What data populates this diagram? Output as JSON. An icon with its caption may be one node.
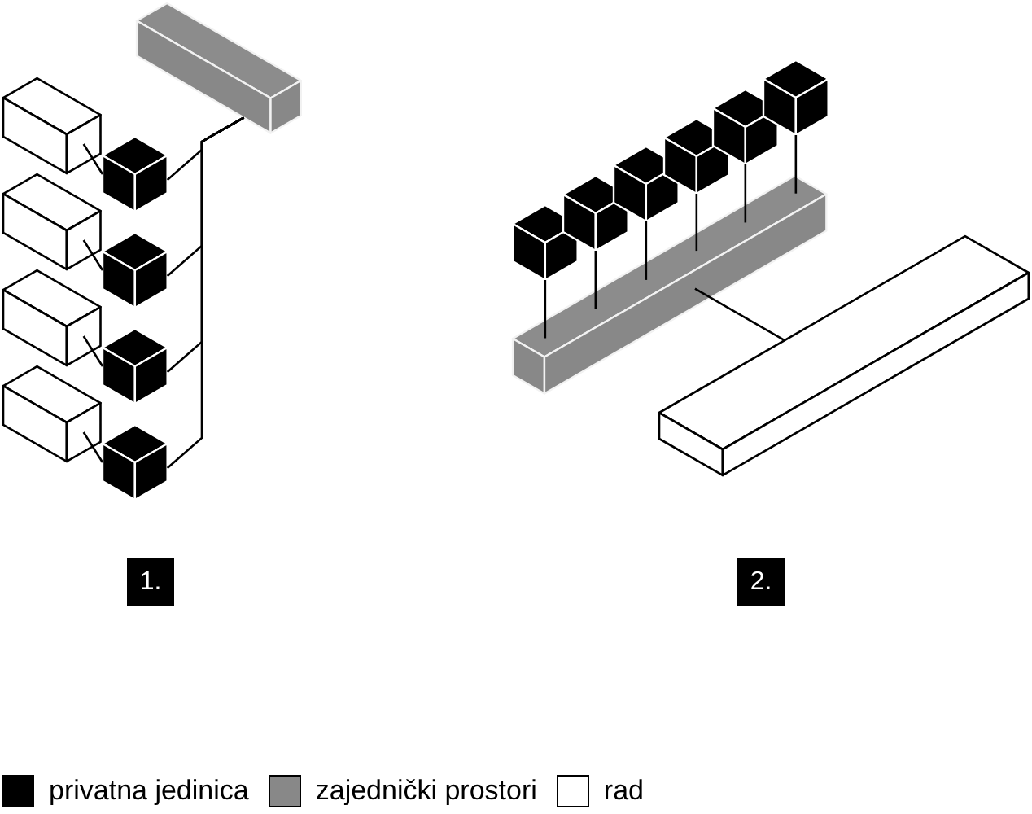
{
  "diagram": {
    "nodes": [
      {
        "text": [],
        "shape": "bar"
      },
      {
        "text": [],
        "shape": "box"
      },
      {
        "text": [],
        "shape": "box"
      },
      {
        "text": [],
        "shape": "box"
      },
      {
        "text": [],
        "shape": "box"
      },
      {
        "text": [],
        "shape": "cube"
      },
      {
        "text": [],
        "shape": "cube"
      },
      {
        "text": [],
        "shape": "cube"
      },
      {
        "text": [],
        "shape": "cube"
      },
      {
        "text": [],
        "shape": "cube"
      },
      {
        "text": [],
        "shape": "cube"
      },
      {
        "text": [],
        "shape": "cube"
      },
      {
        "text": [],
        "shape": "cube"
      },
      {
        "text": [],
        "shape": "cube"
      },
      {
        "text": [],
        "shape": "cube"
      },
      {
        "text": [],
        "shape": "bar"
      },
      {
        "text": [],
        "shape": "box"
      }
    ],
    "edges": [
      {
        "from": 0,
        "to": 5,
        "arrow": "none"
      },
      {
        "from": 0,
        "to": 6,
        "arrow": "none"
      },
      {
        "from": 0,
        "to": 7,
        "arrow": "none"
      },
      {
        "from": 0,
        "to": 8,
        "arrow": "none"
      },
      {
        "from": 1,
        "to": 5,
        "arrow": "none"
      },
      {
        "from": 2,
        "to": 6,
        "arrow": "none"
      },
      {
        "from": 3,
        "to": 7,
        "arrow": "none"
      },
      {
        "from": 4,
        "to": 8,
        "arrow": "none"
      },
      {
        "from": 9,
        "to": 15,
        "arrow": "none"
      },
      {
        "from": 10,
        "to": 15,
        "arrow": "none"
      },
      {
        "from": 11,
        "to": 15,
        "arrow": "none"
      },
      {
        "from": 12,
        "to": 15,
        "arrow": "none"
      },
      {
        "from": 13,
        "to": 15,
        "arrow": "none"
      },
      {
        "from": 14,
        "to": 15,
        "arrow": "none"
      },
      {
        "from": 15,
        "to": 16,
        "arrow": "none"
      }
    ],
    "labels": [
      "1.",
      "2."
    ],
    "legend": [
      {
        "text": "privatna jedinica",
        "color": "#000000"
      },
      {
        "text": "zajednički prostori",
        "color": "#888888"
      },
      {
        "text": "rad",
        "color": "#ffffff"
      }
    ]
  }
}
